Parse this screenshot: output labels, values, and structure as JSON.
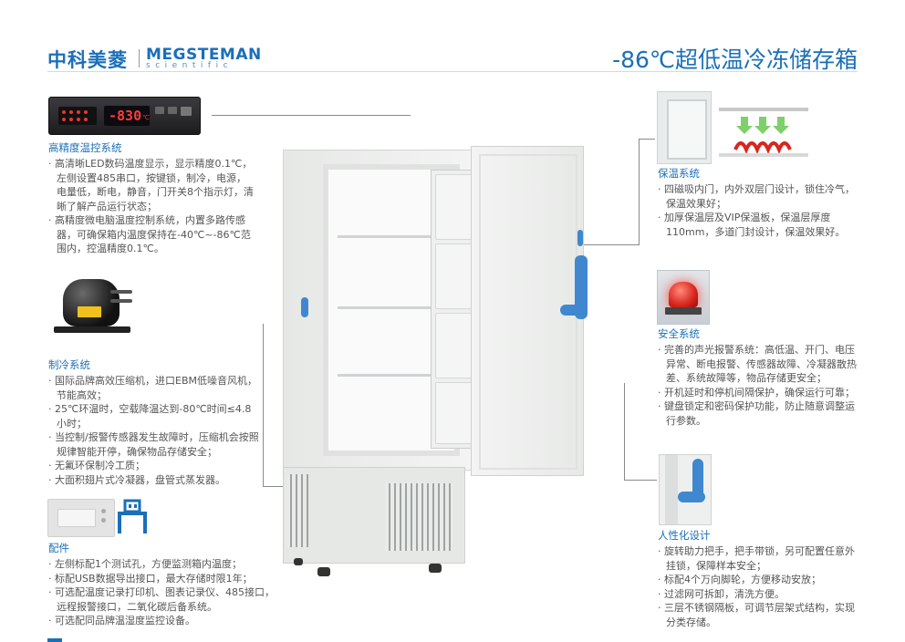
{
  "header": {
    "brand_cn": "中科美菱",
    "brand_en": "MEGSTEMAN",
    "brand_sub": "scientific",
    "title": "-86℃超低温冷冻储存箱"
  },
  "controller": {
    "display": "-830",
    "unit": "℃"
  },
  "features": {
    "temp_control": {
      "title": "高精度温控系统",
      "items": [
        "高清晰LED数码温度显示，显示精度0.1℃，左侧设置485串口，按键锁，制冷，电源，电量低，断电，静音，门开关8个指示灯，清晰了解产品运行状态；",
        "高精度微电脑温度控制系统，内置多路传感器，可确保箱内温度保持在-40℃~-86℃范围内，控温精度0.1℃。"
      ]
    },
    "refrigeration": {
      "title": "制冷系统",
      "items": [
        "国际品牌高效压缩机，进口EBM低噪音风机，节能高效；",
        "25℃环温时，空载降温达到-80℃时间≤4.8小时；",
        "当控制/报警传感器发生故障时，压缩机会按照规律智能开停，确保物品存储安全；",
        "无氟环保制冷工质；",
        "大面积翅片式冷凝器，盘管式蒸发器。"
      ]
    },
    "accessories": {
      "title": "配件",
      "items": [
        "左侧标配1个测试孔，方便监测箱内温度；",
        "标配USB数据导出接口，最大存储时限1年；",
        "可选配温度记录打印机、图表记录仪、485接口，远程报警接口，二氧化碳后备系统。",
        "可选配同品牌温湿度监控设备。"
      ]
    },
    "insulation": {
      "title": "保温系统",
      "items": [
        "四磁吸内门，内外双层门设计，锁住冷气，保温效果好；",
        "加厚保温层及VIP保温板，保温层厚度110mm，多道门封设计，保温效果好。"
      ]
    },
    "safety": {
      "title": "安全系统",
      "items": [
        "完善的声光报警系统：高低温、开门、电压异常、断电报警、传感器故障、冷凝器散热差、系统故障等，物品存储更安全；",
        "开机延时和停机间隔保护，确保运行可靠；",
        "键盘锁定和密码保护功能，防止随意调整运行参数。"
      ]
    },
    "design": {
      "title": "人性化设计",
      "items": [
        "旋转助力把手，把手带锁，另可配置任意外挂锁，保障样本安全；",
        "标配4个万向脚轮，方便移动安放；",
        "过滤网可拆卸，清洗方便。",
        "三层不锈钢隔板，可调节层架式结构，实现分类存储。"
      ]
    }
  },
  "colors": {
    "brand_blue": "#1b6fb8",
    "handle_blue": "#3f88cf",
    "alarm_red": "#d8261e"
  },
  "icons": {
    "usb": "usb-icon",
    "alarm": "alarm-light-icon",
    "insulation": "cold-arrows-icon"
  }
}
